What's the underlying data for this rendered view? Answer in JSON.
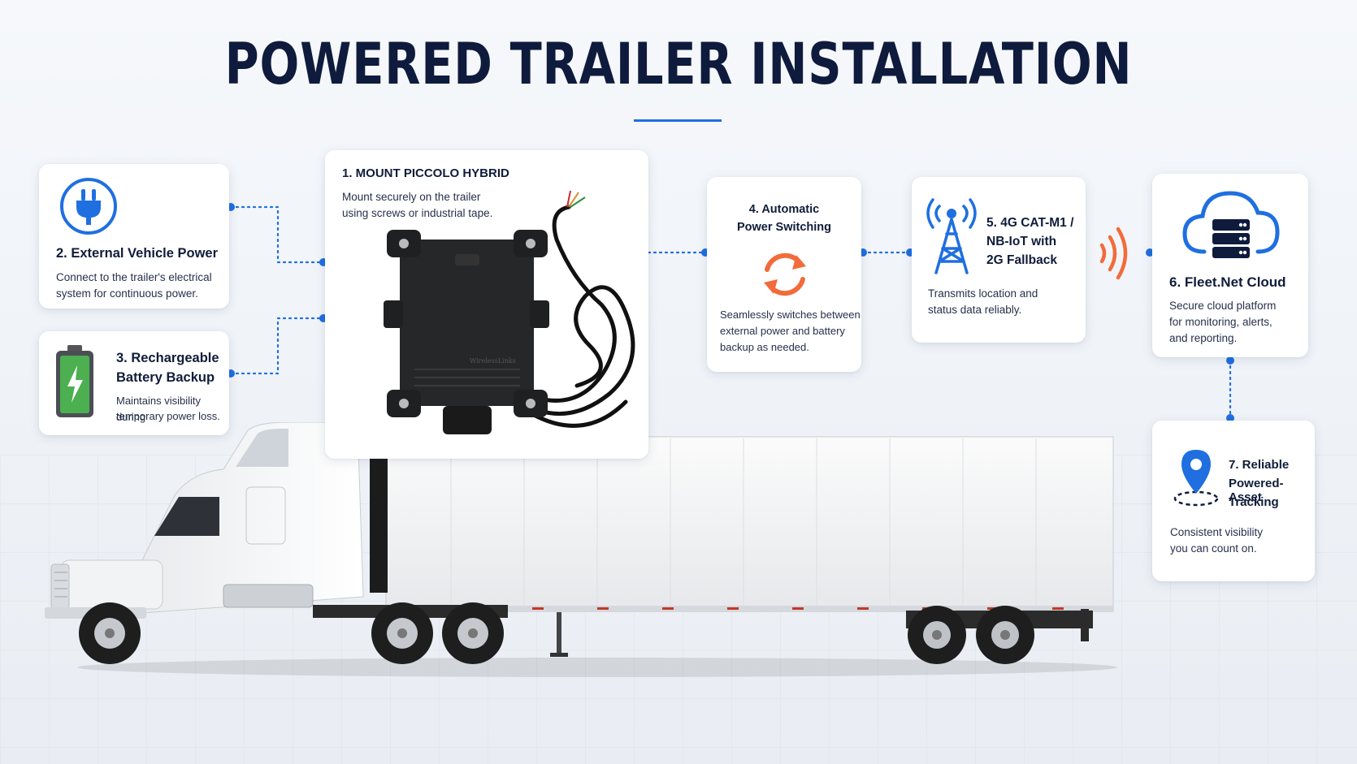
{
  "title": "POWERED TRAILER INSTALLATION",
  "steps": {
    "mount": {
      "title": "1. MOUNT PICCOLO HYBRID",
      "text_1": "Mount securely on the trailer",
      "text_2": "using screws or industrial tape.",
      "device_brand": "WirelessLinks"
    },
    "power": {
      "title": "2. External Vehicle Power",
      "text_1": "Connect to the trailer's electrical",
      "text_2": "system for continuous power.",
      "icon": "plug-icon"
    },
    "battery": {
      "title_1": "3. Rechargeable",
      "title_2": "Battery Backup",
      "text_1": "Maintains visibility during",
      "text_2": "temporary power loss.",
      "icon": "battery-icon"
    },
    "switching": {
      "title_1": "4. Automatic",
      "title_2": "Power Switching",
      "text_1": "Seamlessly switches between",
      "text_2": "external power and battery",
      "text_3": "backup as needed.",
      "icon": "refresh-icon"
    },
    "network": {
      "title_1": "5. 4G CAT-M1 /",
      "title_2": "NB-IoT with",
      "title_3": "2G Fallback",
      "text_1": "Transmits location and",
      "text_2": "status data reliably.",
      "icon": "cell-tower-icon"
    },
    "cloud": {
      "title": "6. Fleet.Net Cloud",
      "text_1": "Secure cloud platform",
      "text_2": "for monitoring, alerts,",
      "text_3": "and reporting.",
      "icon": "cloud-server-icon"
    },
    "tracking": {
      "title_1": "7. Reliable",
      "title_2": "Powered-Asset",
      "title_3": "Tracking",
      "text_1": "Consistent visibility",
      "text_2": "you can count on.",
      "icon": "location-pin-icon"
    }
  },
  "colors": {
    "accent": "#1f6fe0",
    "navy": "#0e1b3d",
    "orange": "#f26b3a",
    "battery": "#4caf50"
  }
}
